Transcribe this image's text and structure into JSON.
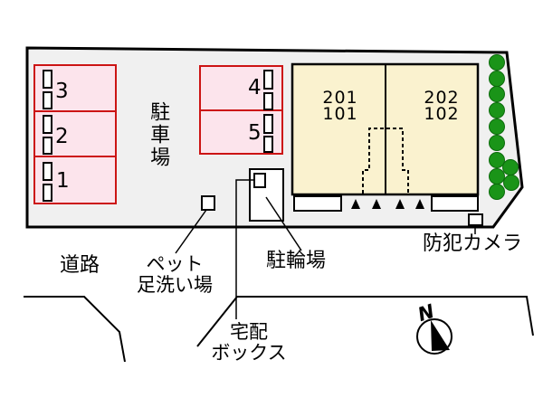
{
  "site": {
    "parking_lot_label": "駐車場",
    "road_label": "道路",
    "spaces_left": [
      "3",
      "2",
      "1"
    ],
    "spaces_right": [
      "4",
      "5"
    ],
    "pet_wash_label_line1": "ペット",
    "pet_wash_label_line2": "足洗い場",
    "delivery_box_label_line1": "宅配",
    "delivery_box_label_line2": "ボックス",
    "bicycle_parking_label": "駐輪場",
    "security_camera_label": "防犯カメラ",
    "north_label": "N"
  },
  "building": {
    "units": [
      {
        "upper": "201",
        "lower": "101"
      },
      {
        "upper": "202",
        "lower": "102"
      }
    ]
  },
  "colors": {
    "site_fill": "#f0f0f0",
    "parking_fill": "#fce4ec",
    "parking_border": "#cc1414",
    "building_fill": "#faf2cf",
    "tree_green": "#1a9418",
    "outline_black": "#000000"
  }
}
